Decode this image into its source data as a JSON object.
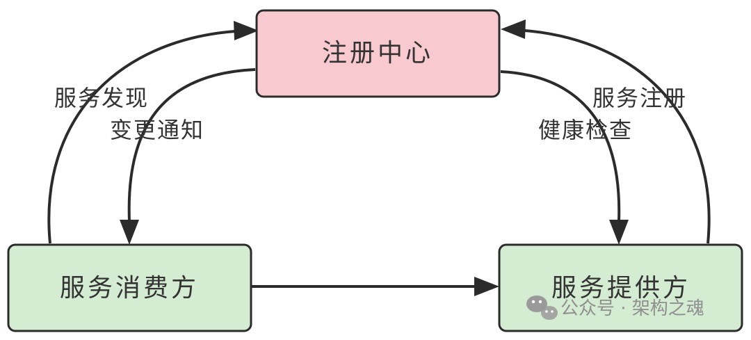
{
  "nodes": {
    "registry": {
      "label": "注册中心",
      "fill": "#f8c9cf"
    },
    "consumer": {
      "label": "服务消费方",
      "fill": "#d4ecd1"
    },
    "provider": {
      "label": "服务提供方",
      "fill": "#d4ecd1"
    }
  },
  "edges": {
    "discovery": {
      "label": "服务发现"
    },
    "change_notify": {
      "label": "变更通知"
    },
    "register": {
      "label": "服务注册"
    },
    "health_check": {
      "label": "健康检查"
    }
  },
  "watermark": {
    "text": "公众号 · 架构之魂",
    "icon": "wechat-icon"
  }
}
